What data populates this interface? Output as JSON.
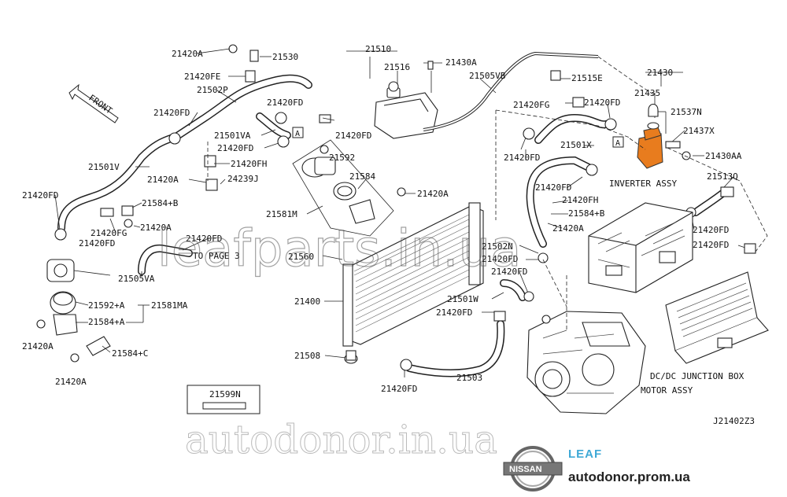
{
  "labels": {
    "l21420A_top": "21420A",
    "l21530": "21530",
    "l21420FE": "21420FE",
    "l21502P": "21502P",
    "l21420FD_a": "21420FD",
    "l21501VA": "21501VA",
    "l21420FD_b": "21420FD",
    "l21420FD_c": "21420FD",
    "l21420FD_d": "21420FD",
    "l21420FH_a": "21420FH",
    "l21420A_b": "21420A",
    "l24239J": "24239J",
    "l21501V": "21501V",
    "l21420FD_e": "21420FD",
    "l21584B_a": "21584+B",
    "l21420FG_a": "21420FG",
    "l21420A_c": "21420A",
    "l21420FD_f": "21420FD",
    "l21420FD_g": "21420FD",
    "lToPage": "TO PAGE 3",
    "l21505VA": "21505VA",
    "l21592A": "21592+A",
    "l21581MA": "21581MA",
    "l21584A": "21584+A",
    "l21420A_d": "21420A",
    "l21584C": "21584+C",
    "l21420A_e": "21420A",
    "l21510": "21510",
    "l21516": "21516",
    "l21430A": "21430A",
    "l21505VB": "21505VB",
    "l21515E": "21515E",
    "l21592": "21592",
    "l21584": "21584",
    "l21420A_f": "21420A",
    "l21581M": "21581M",
    "l21560": "21560",
    "l21400": "21400",
    "l21508": "21508",
    "l21420FD_h": "21420FD",
    "l21503": "21503",
    "l21501W": "21501W",
    "l21420FD_i": "21420FD",
    "l21420FD_j": "21420FD",
    "l21420FD_k": "21420FD",
    "l21502N": "21502N",
    "l21420FG_b": "21420FG",
    "l21420FD_l": "21420FD",
    "l21501X": "21501X",
    "l21420FD_m": "21420FD",
    "l21430": "21430",
    "l21435": "21435",
    "l21537N": "21537N",
    "l21437X": "21437X",
    "l21430AA": "21430AA",
    "l21513Q": "21513Q",
    "l21420FD_n": "21420FD",
    "l21420FH_b": "21420FH",
    "l21584B_b": "21584+B",
    "l21420A_g": "21420A",
    "l21420FD_o": "21420FD",
    "l21420FD_p": "21420FD",
    "l21599N": "21599N",
    "inverter": "INVERTER ASSY",
    "dcdc": "DC/DC JUNCTION BOX",
    "motor": "MOTOR ASSY",
    "front": "FRONT",
    "code": "J21402Z3",
    "refA": "A"
  },
  "watermarks": {
    "top": "leafparts.in.ua",
    "bottom": "autodonor.in.ua"
  },
  "branding": {
    "logo": "NISSAN",
    "model": "LEAF",
    "site": "autodonor.prom.ua"
  },
  "colors": {
    "highlight": "#e87c1e",
    "leaf_blue": "#3fa9d6"
  }
}
